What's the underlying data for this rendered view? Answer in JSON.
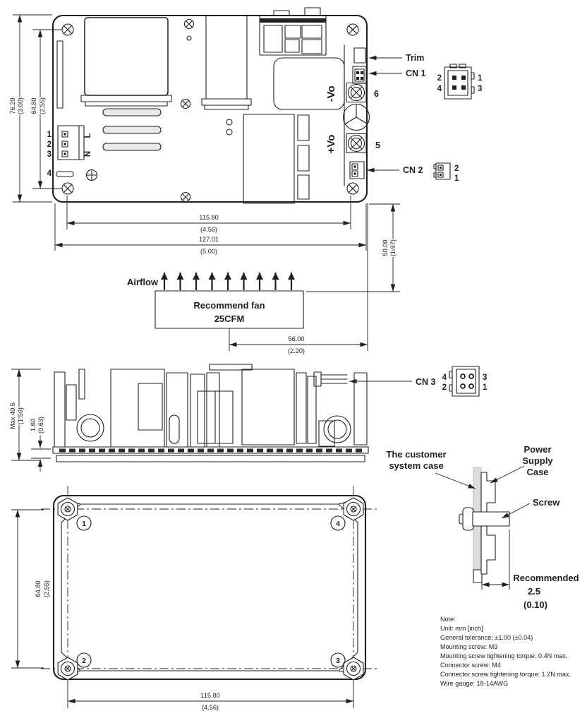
{
  "colors": {
    "line": "#1f1f1f",
    "customer_case_gray": "#dcdcdc",
    "background": "#ffffff"
  },
  "top_view": {
    "dim_outer_h_mm": "76.20",
    "dim_outer_h_in": "(3.00)",
    "dim_inner_h_mm": "64.80",
    "dim_inner_h_in": "(2.55)",
    "pins": [
      "1",
      "2",
      "3",
      "4"
    ],
    "label_line": "L",
    "label_neutral": "N",
    "label_trim": "Trim",
    "label_cn1": "CN 1",
    "label_cn2": "CN 2",
    "label_neg_vo": "-Vo",
    "label_pos_vo": "+Vo",
    "label_6": "6",
    "label_5": "5",
    "dim_width_holes_mm": "115.80",
    "dim_width_holes_in": "(4.56)",
    "dim_width_mm": "127.01",
    "dim_width_in": "(5.00)",
    "dim_fan_v_mm": "50.00",
    "dim_fan_v_in": "(1.97)",
    "dim_fan_h_mm": "56.00",
    "dim_fan_h_in": "(2.20)"
  },
  "cn1_detail": {
    "pin_tl": "2",
    "pin_bl": "4",
    "pin_tr": "1",
    "pin_br": "3"
  },
  "cn2_detail": {
    "pin_t": "2",
    "pin_b": "1"
  },
  "cn3_detail": {
    "label": "CN 3",
    "pin_tl": "4",
    "pin_bl": "2",
    "pin_tr": "3",
    "pin_br": "1"
  },
  "airflow": {
    "label": "Airflow",
    "fan_line1": "Recommend fan",
    "fan_line2": "25CFM"
  },
  "side_view": {
    "dim_max_h_mm": "Max 40.5",
    "dim_max_h_in": "(1.59)",
    "dim_pcb_mm": "1.60",
    "dim_pcb_in": "(0.63)"
  },
  "bottom_view": {
    "hole_1": "1",
    "hole_2": "2",
    "hole_3": "3",
    "hole_4": "4",
    "dim_h_mm": "64.80",
    "dim_h_in": "(2.55)",
    "dim_w_mm": "115.80",
    "dim_w_in": "(4.56)"
  },
  "mount_detail": {
    "customer_case_l1": "The customer",
    "customer_case_l2": "system case",
    "psu_case_l1": "Power",
    "psu_case_l2": "Supply",
    "psu_case_l3": "Case",
    "screw": "Screw",
    "recommended_l1": "Recommended",
    "recommended_l2": "2.5",
    "recommended_l3": "(0.10)"
  },
  "note": {
    "lines": [
      "Note:",
      "Unit: mm [inch]",
      "General tolerance: ±1.00 (±0.04)",
      "Mounting screw: M3",
      "Mounting screw tightening torque: 0.4N max.",
      "Connector screw: M4",
      "Connector screw tightening torque: 1.2N max.",
      "Wire gauge: 18-14AWG"
    ]
  }
}
